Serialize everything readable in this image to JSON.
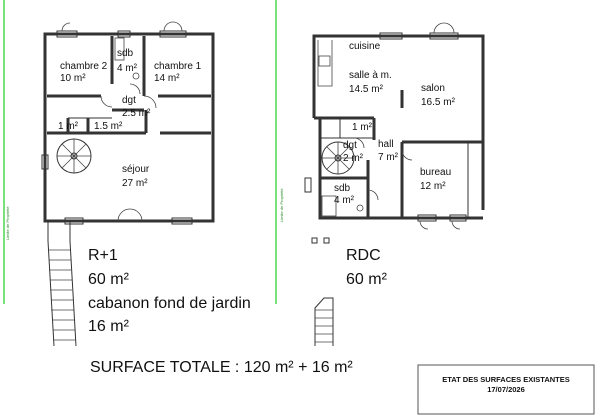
{
  "diagram": {
    "plans": [
      {
        "rooms": [
          {
            "name": "chambre 2",
            "area": "10 m²"
          },
          {
            "name": "sdb",
            "area": "4 m²"
          },
          {
            "name": "chambre 1",
            "area": "14 m²"
          },
          {
            "name": "dgt",
            "area": "2.5 m²"
          },
          {
            "name": "",
            "area": "1 m²"
          },
          {
            "name": "",
            "area": "1.5 m²"
          },
          {
            "name": "séjour",
            "area": "27 m²"
          }
        ],
        "level": "R+1",
        "total": "60 m²",
        "extra_label": "cabanon fond de jardin",
        "extra_area": "16 m²"
      },
      {
        "rooms": [
          {
            "name": "cuisine",
            "area": ""
          },
          {
            "name": "salle à m.",
            "area": "14.5 m²"
          },
          {
            "name": "salon",
            "area": "16.5 m²"
          },
          {
            "name": "",
            "area": "1 m²"
          },
          {
            "name": "dgt",
            "area": "2 m²"
          },
          {
            "name": "hall",
            "area": "7 m²"
          },
          {
            "name": "bureau",
            "area": "12 m²"
          },
          {
            "name": "sdb",
            "area": "4 m²"
          }
        ],
        "level": "RDC",
        "total": "60 m²"
      }
    ],
    "summary": "SURFACE TOTALE : 120 m² + 16 m²",
    "cartouche": {
      "title": "ETAT DES SURFACES EXISTANTES",
      "date": "17/07/2026"
    },
    "side_labels": [
      "Limite de Propriété",
      "Limite de Propriété"
    ],
    "colors": {
      "boundary": "#2fd22f",
      "walls": "#333333"
    }
  }
}
